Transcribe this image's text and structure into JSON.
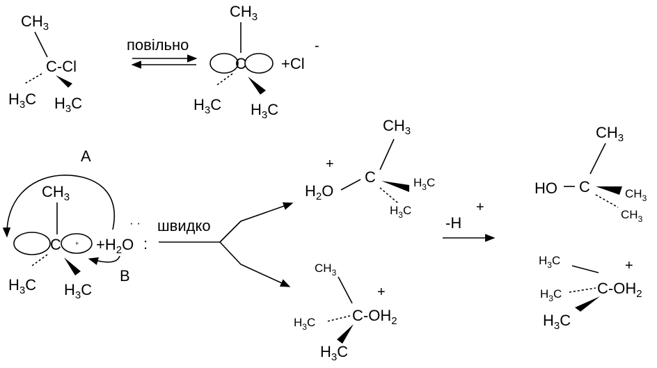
{
  "reaction": {
    "reactant": {
      "ch3": "CH3",
      "ccl": "C-Cl",
      "h3c_left": "H3C",
      "h3c_right": "H3C"
    },
    "step1": {
      "condition": "повільно"
    },
    "carbocation": {
      "ch3": "CH3",
      "c": "C",
      "h3c_left": "H3C",
      "h3c_right": "H3C"
    },
    "chloride": {
      "text": "+Cl",
      "charge": "-"
    },
    "attack": {
      "label_a": "A",
      "label_b": "B",
      "ch3": "CH3",
      "c": "C",
      "plus_sign": "+",
      "h2o": "+H2O",
      "lone_pair_top": "· ·",
      "lone_pair_right": ":",
      "h3c_left": "H3C",
      "h3c_right": "H3C"
    },
    "step2": {
      "condition": "швидко"
    },
    "product_a": {
      "charge": "+",
      "h2o": "H2O",
      "c": "C",
      "ch3_top": "CH3",
      "h3c_right": "H3C",
      "h3c_bottom": "H3C"
    },
    "product_b": {
      "ch3": "CH3",
      "charge": "+",
      "coh2": "C-OH2",
      "h3c_left": "H3C",
      "h3c_bottom": "H3C"
    },
    "step3": {
      "condition": "-H",
      "charge": "+"
    },
    "final_a": {
      "ch3": "CH3",
      "ho": "HO",
      "c": "C",
      "ch3_right": "CH3",
      "ch3_bottom": "CH3"
    },
    "final_b": {
      "h3c_top": "H3C",
      "charge": "+",
      "h3c_mid": "H3C",
      "coh2": "C-OH2",
      "h3c_bottom": "H3C"
    }
  }
}
